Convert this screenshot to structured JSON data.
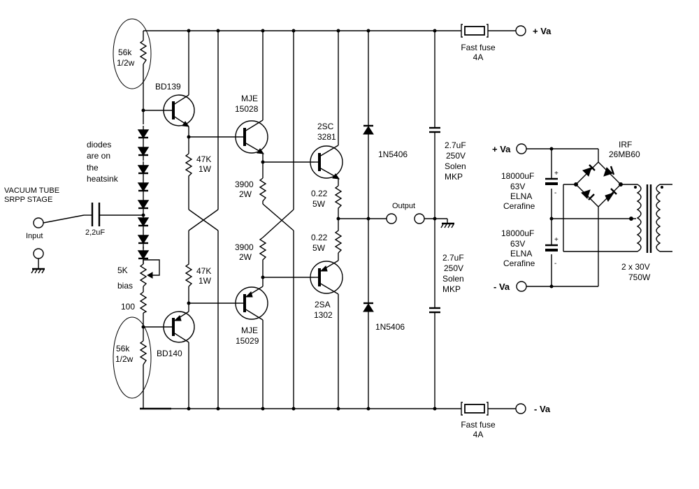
{
  "terminals": {
    "plus_va_top": "+ Va",
    "minus_va_bottom": "- Va",
    "plus_va_psu": "+ Va",
    "minus_va_psu": "- Va"
  },
  "fuses": {
    "top": [
      "Fast fuse",
      "4A"
    ],
    "bottom": [
      "Fast fuse",
      "4A"
    ]
  },
  "input_stage": {
    "title": [
      "VACUUM TUBE",
      "SRPP STAGE"
    ],
    "input": "Input",
    "coupling_cap": "2,2uF"
  },
  "bias_network": {
    "r_top": [
      "56k",
      "1/2w"
    ],
    "r_bottom": [
      "56k",
      "1/2w"
    ],
    "diodes_note": [
      "diodes",
      "are on",
      "the",
      "heatsink"
    ],
    "trim": [
      "5K",
      "bias"
    ],
    "r_series": "100"
  },
  "transistors": {
    "q1": "BD139",
    "q2": "BD140",
    "q3": [
      "MJE",
      "15028"
    ],
    "q4": [
      "MJE",
      "15029"
    ],
    "q5": [
      "2SC",
      "3281"
    ],
    "q6": [
      "2SA",
      "1302"
    ]
  },
  "resistors": {
    "r47k_top": [
      "47K",
      "1W"
    ],
    "r47k_bottom": [
      "47K",
      "1W"
    ],
    "r3900_top": [
      "3900",
      "2W"
    ],
    "r3900_bottom": [
      "3900",
      "2W"
    ],
    "r022_top": [
      "0.22",
      "5W"
    ],
    "r022_bottom": [
      "0.22",
      "5W"
    ]
  },
  "diodes": {
    "d_top": "1N5406",
    "d_bottom": "1N5406"
  },
  "output": "Output",
  "film_caps": {
    "top": [
      "2.7uF",
      "250V",
      "Solen",
      "MKP"
    ],
    "bottom": [
      "2.7uF",
      "250V",
      "Solen",
      "MKP"
    ]
  },
  "psu": {
    "bridge": [
      "IRF",
      "26MB60"
    ],
    "cap_top": [
      "18000uF",
      "63V",
      "ELNA",
      "Cerafine"
    ],
    "cap_bottom": [
      "18000uF",
      "63V",
      "ELNA",
      "Cerafine"
    ],
    "transformer": [
      "2 x 30V",
      "750W"
    ],
    "plus": "+",
    "minus": "-"
  }
}
